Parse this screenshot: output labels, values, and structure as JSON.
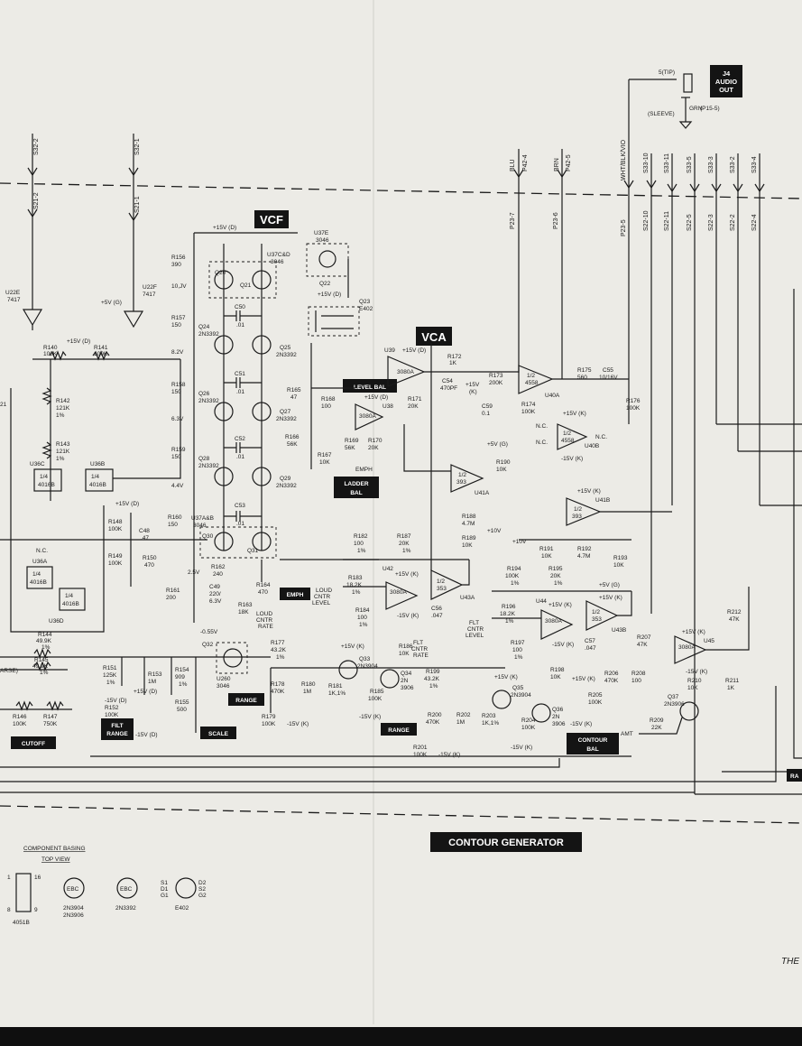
{
  "blocks": {
    "vcf": "VCF",
    "vca": "VCA",
    "contour_generator": "CONTOUR GENERATOR"
  },
  "jack": {
    "title_line1": "J4",
    "title_line2": "AUDIO",
    "title_line3": "OUT",
    "tip": "5(TIP)",
    "sleeve": "(SLEEVE)",
    "grn": "GRN",
    "pin": "(P15-5)"
  },
  "tags": {
    "level_bal": "LEVEL BAL",
    "ladder_bal_1": "LADDER",
    "ladder_bal_2": "BAL",
    "emph": "EMPH",
    "range_1": "RANGE",
    "range_2": "RANGE",
    "filt_range_1": "FILT",
    "filt_range_2": "RANGE",
    "scale": "SCALE",
    "cutoff": "CUTOFF",
    "contour_bal_1": "CONTOUR",
    "contour_bal_2": "BAL",
    "amt": "AMT",
    "ra": "RA"
  },
  "connectors": [
    {
      "top": "S32-2",
      "bottom": "S21-2"
    },
    {
      "top": "S32-1",
      "bottom": "S21-1"
    },
    {
      "top": "P42-4",
      "bottom": "P23-7",
      "wire": "BLU"
    },
    {
      "top": "P42-5",
      "bottom": "P23-6",
      "wire": "BRN"
    },
    {
      "top": "WHT/BLK/VIO",
      "bottom": "P23-5"
    },
    {
      "top": "S33-10",
      "bottom": "S22-10"
    },
    {
      "top": "S33-11",
      "bottom": "S22-11"
    },
    {
      "top": "S33-5",
      "bottom": "S22-5"
    },
    {
      "top": "S33-3",
      "bottom": "S22-3"
    },
    {
      "top": "S33-2",
      "bottom": "S22-2"
    },
    {
      "top": "S33-4",
      "bottom": "S22-4"
    }
  ],
  "components": {
    "u22e": [
      "U22E",
      "7417"
    ],
    "u22f": [
      "U22F",
      "7417"
    ],
    "r140": [
      "R140",
      "100K"
    ],
    "r141": [
      "R141",
      "100K"
    ],
    "r142": [
      "R142",
      "121K",
      "1%"
    ],
    "r143": [
      "R143",
      "121K",
      "1%"
    ],
    "u36c": [
      "U36C",
      "1/4",
      "4016B"
    ],
    "u36b": [
      "U36B",
      "1/4",
      "4016B"
    ],
    "u36a": [
      "U36A",
      "1/4",
      "4016B"
    ],
    "u36d": [
      "U36D",
      "1/4",
      "4016B"
    ],
    "r156": [
      "R156",
      "390"
    ],
    "r157": [
      "R157",
      "150"
    ],
    "r158": [
      "R158",
      "150"
    ],
    "r159": [
      "R159",
      "150"
    ],
    "r160": [
      "R160",
      "150"
    ],
    "q20": "Q20",
    "q21": "Q21",
    "u37cd": [
      "U37C&D",
      "3046"
    ],
    "u37e": [
      "U37E",
      "3046"
    ],
    "q22": "Q22",
    "q23": [
      "Q23",
      "E402"
    ],
    "q24": [
      "Q24",
      "2N3392"
    ],
    "q25": [
      "Q25",
      "2N3392"
    ],
    "q26": [
      "Q26",
      "2N3392"
    ],
    "q27": [
      "Q27",
      "2N3392"
    ],
    "q28": [
      "Q28",
      "2N3392"
    ],
    "q29": [
      "Q29",
      "2N3392"
    ],
    "u37ab": [
      "U37A&B",
      "3046"
    ],
    "q30": "Q30",
    "q31": "Q31",
    "q32": "Q32",
    "u260": [
      "U260",
      "3046"
    ],
    "c50": [
      "C50",
      ".01"
    ],
    "c51": [
      "C51",
      ".01"
    ],
    "c52": [
      "C52",
      ".01"
    ],
    "c53": [
      "C53",
      ".01"
    ],
    "c48": [
      "C48",
      ".47"
    ],
    "c49": [
      "C49",
      "220/",
      "6.3V"
    ],
    "r148": [
      "R148",
      "100K"
    ],
    "r149": [
      "R149",
      "100K"
    ],
    "r150": [
      "R150",
      "470"
    ],
    "r161": [
      "R161",
      "200"
    ],
    "r162": [
      "R162",
      "240"
    ],
    "r163": [
      "R163",
      "18K"
    ],
    "r164": [
      "R164",
      "470"
    ],
    "u39": [
      "U39",
      "3080A"
    ],
    "r165": [
      "R165",
      "47"
    ],
    "r166": [
      "R166",
      "56K"
    ],
    "r167": [
      "R167",
      "10K"
    ],
    "r168": [
      "R168",
      "100"
    ],
    "r169": [
      "R169",
      "56K"
    ],
    "r170": [
      "R170",
      "20K"
    ],
    "u38": [
      "U38",
      "3080A"
    ],
    "r171": [
      "R171",
      "20K"
    ],
    "r172": [
      "R172",
      "1K"
    ],
    "c54": [
      "C54",
      "470PF"
    ],
    "r173": [
      "R173",
      "200K"
    ],
    "c59": [
      "C59",
      "0.1"
    ],
    "r174": [
      "R174",
      "100K"
    ],
    "u40a": [
      "U40A",
      "1/2",
      "4558"
    ],
    "u40b": [
      "U40B",
      "1/2",
      "4558"
    ],
    "r175": [
      "R175",
      "560"
    ],
    "c55": [
      "C55",
      "10/16V"
    ],
    "r176": [
      "R176",
      "100K"
    ],
    "r190": [
      "R190",
      "10K"
    ],
    "u41a": [
      "U41A",
      "1/2",
      "393"
    ],
    "u41b": [
      "U41B",
      "1/2",
      "393"
    ],
    "r188": [
      "R188",
      "4.7M"
    ],
    "r189": [
      "R189",
      "10K"
    ],
    "r191": [
      "R191",
      "10K"
    ],
    "r192": [
      "R192",
      "4.7M"
    ],
    "r193": [
      "R193",
      "10K"
    ],
    "r182": [
      "R182",
      "100",
      "1%"
    ],
    "r187": [
      "R187",
      "20K",
      "1%"
    ],
    "r183": [
      "R183",
      "18.2K",
      "1%"
    ],
    "u42": [
      "U42",
      "3080A"
    ],
    "u43a": [
      "U43A",
      "1/2",
      "353"
    ],
    "u43b": [
      "U43B",
      "1/2",
      "353"
    ],
    "c56": [
      "C56",
      ".047"
    ],
    "r184": [
      "R184",
      "100",
      "1%"
    ],
    "r186": [
      "R186",
      "10K"
    ],
    "r194": [
      "R194",
      "100K",
      "1%"
    ],
    "r195": [
      "R195",
      "20K",
      "1%"
    ],
    "r196": [
      "R196",
      "18.2K",
      "1%"
    ],
    "u44": [
      "U44",
      "3080A"
    ],
    "r197": [
      "R197",
      "100",
      "1%"
    ],
    "c57": [
      "C57",
      ".047"
    ],
    "r207": [
      "R207",
      "47K"
    ],
    "r212": [
      "R212",
      "47K"
    ],
    "u45": [
      "U45",
      "3080A"
    ],
    "r211": [
      "R211",
      "1K"
    ],
    "r210": [
      "R210",
      "10K"
    ],
    "q37": [
      "Q37",
      "2N3906"
    ],
    "r209": [
      "R209",
      "22K"
    ],
    "r205": [
      "R205",
      "100K"
    ],
    "r206": [
      "R206",
      "470K"
    ],
    "r208": [
      "R208",
      "100"
    ],
    "r198": [
      "R198",
      "10K"
    ],
    "q35": [
      "Q35",
      "2N3904"
    ],
    "q36": [
      "Q36",
      "2N",
      "3906"
    ],
    "r204": [
      "R204",
      "100K"
    ],
    "r203": [
      "R203",
      "1K,1%"
    ],
    "r202": [
      "R202",
      "1M"
    ],
    "r200": [
      "R200",
      "470K"
    ],
    "r201": [
      "R201",
      "100K"
    ],
    "r199": [
      "R199",
      "43.2K",
      "1%"
    ],
    "q33": [
      "Q33",
      "2N3904"
    ],
    "q34": [
      "Q34",
      "2N",
      "3906"
    ],
    "r185": [
      "R185",
      "100K"
    ],
    "r181": [
      "R181",
      "1K,1%"
    ],
    "r180": [
      "R180",
      "1M"
    ],
    "r178": [
      "R178",
      "470K"
    ],
    "r177": [
      "R177",
      "43.2K",
      "1%"
    ],
    "r179": [
      "R179",
      "100K"
    ],
    "r144": [
      "R144",
      "49.9K",
      "1%"
    ],
    "r145": [
      "R145",
      "49.9K",
      "1%"
    ],
    "r146": [
      "R146",
      "100K"
    ],
    "r147": [
      "R147",
      "750K"
    ],
    "r151": [
      "R151",
      "125K",
      "1%"
    ],
    "r152": [
      "R152",
      "100K"
    ],
    "r153": [
      "R153",
      "1M"
    ],
    "r154": [
      "R154",
      "909",
      "1%"
    ],
    "r155": [
      "R155",
      "500"
    ]
  },
  "voltages": {
    "p15d": "+15V (D)",
    "p15d_b": "+15V (D)",
    "p15d_c": "+15V (D)",
    "p15d_d": "+15V (D)",
    "p5g": "+5V (G)",
    "p5g_b": "+5V (G)",
    "p5g_c": "+5V (G)",
    "v10jv": "10,JV",
    "v82": "8.2V",
    "v63": "6.3V",
    "v44": "4.4V",
    "v25": "2.5V",
    "m055": "-0.55V",
    "p15k": "+15V (K)",
    "p15k_b": "+15V (K)",
    "m15k": "-15V (K)",
    "m15k_b": "-15V (K)",
    "m15k_c": "-15V (K)",
    "m15k_d": "-15V (K)",
    "m15k_e": "-15V (K)",
    "m15d": "-15V (D)",
    "m15d_b": "-15V (D)",
    "p15v": "+15V",
    "k": "(K)",
    "p10v": "+10V",
    "p10v_b": "+10V",
    "m15kk": "-15V (K)",
    "p15kk": "+15V (K)",
    "loud_cntr_level": [
      "LOUD",
      "CNTR",
      "LEVEL"
    ],
    "loud_cntr_rate": [
      "LOUD",
      "CNTR",
      "RATE"
    ],
    "filt_cntr_rate": [
      "FLT",
      "CNTR",
      "RATE"
    ],
    "filt_cntr_level": [
      "FLT",
      "CNTR",
      "LEVEL"
    ],
    "nc": "N.C.",
    "arse": "ARSE)",
    "v21": "21"
  },
  "basing": {
    "title_line1": "COMPONENT BASING",
    "title_line2": "TOP VIEW",
    "ic": "4051B",
    "t1": [
      "2N3904",
      "2N3906"
    ],
    "t2": "2N3392",
    "fet": "E402",
    "fet_pins": [
      "S1",
      "D1",
      "G1",
      "D2",
      "S2",
      "G2"
    ],
    "ic_pins": [
      "1",
      "16",
      "8",
      "9"
    ],
    "t_pins": "EBC"
  },
  "footer": {
    "corner_text": "THE"
  }
}
